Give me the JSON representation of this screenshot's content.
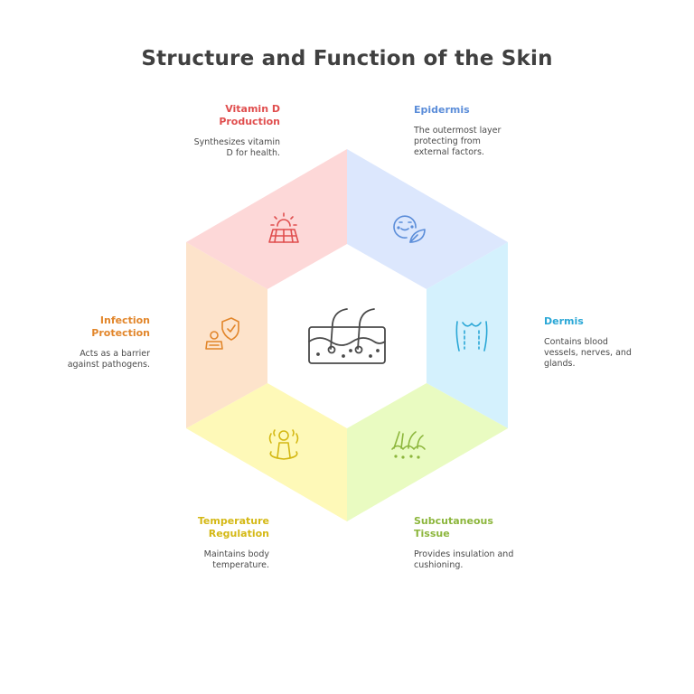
{
  "title": "Structure and Function of the Skin",
  "center": {
    "icon": "skin-layers-icon"
  },
  "segments": [
    {
      "key": "epidermis",
      "title": "Epidermis",
      "desc": "The outermost layer\nprotecting from\nexternal factors.",
      "color": "#5b8dd9",
      "fill": "#dce7fd",
      "icon": "face-leaf-icon"
    },
    {
      "key": "dermis",
      "title": "Dermis",
      "desc": "Contains blood\nvessels, nerves, and\nglands.",
      "color": "#2aa7d6",
      "fill": "#d4f1fd",
      "icon": "torso-icon"
    },
    {
      "key": "subcutaneous",
      "title": "Subcutaneous\nTissue",
      "desc": "Provides insulation and\ncushioning.",
      "color": "#8cb63c",
      "fill": "#e9fbc1",
      "icon": "hair-follicle-icon"
    },
    {
      "key": "temperature",
      "title": "Temperature\nRegulation",
      "desc": "Maintains body\ntemperature.",
      "color": "#d4b814",
      "fill": "#fef9b8",
      "icon": "person-heat-icon"
    },
    {
      "key": "infection",
      "title": "Infection\nProtection",
      "desc": "Acts as a barrier\nagainst pathogens.",
      "color": "#e2862b",
      "fill": "#fde3cb",
      "icon": "shield-person-icon"
    },
    {
      "key": "vitamin",
      "title": "Vitamin D\nProduction",
      "desc": "Synthesizes vitamin\nD for health.",
      "color": "#e04e4e",
      "fill": "#fdd8d8",
      "icon": "sun-field-icon"
    }
  ]
}
